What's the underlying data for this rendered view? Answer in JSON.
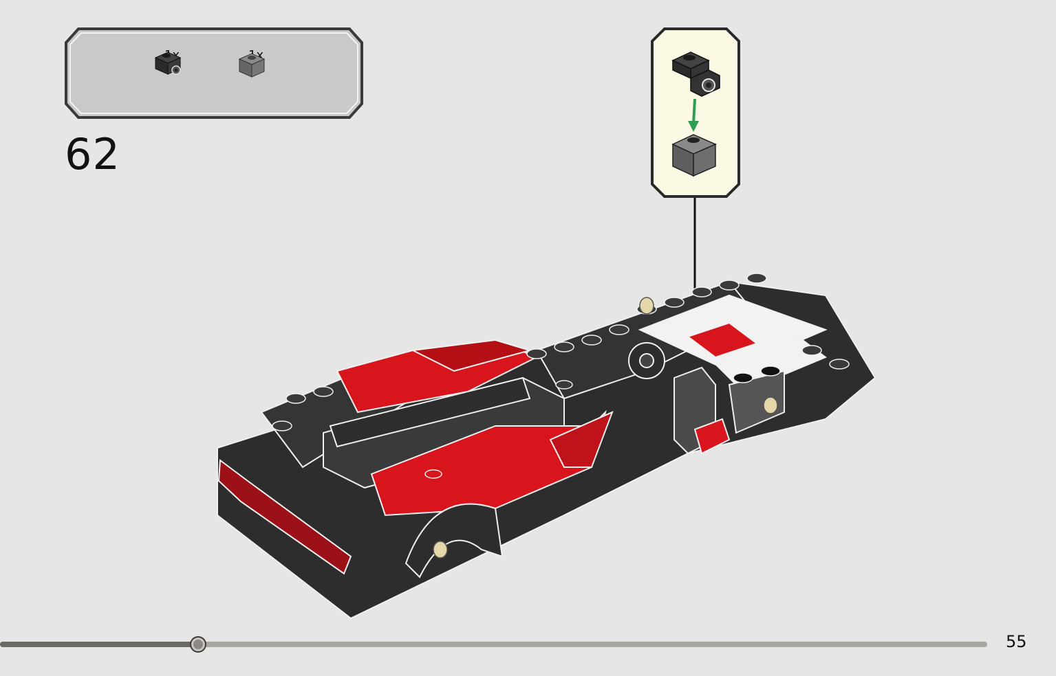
{
  "parts_list": {
    "items": [
      {
        "qty": "1x",
        "icon": "black-1x1-bracket-brick-icon",
        "color": "#2b2b2b"
      },
      {
        "qty": "1x",
        "icon": "dark-gray-1x1-brick-icon",
        "color": "#6b6b6b"
      }
    ]
  },
  "step": {
    "number": "62"
  },
  "callout": {
    "arrow_color": "#2f9e54",
    "background": "#fbf9e4"
  },
  "colors": {
    "red": "#d8141c",
    "black": "#2d2d2d",
    "white": "#f2f2f2",
    "tan": "#e3d6a8"
  },
  "progress": {
    "fraction": 0.2
  },
  "page": {
    "number": "55"
  }
}
